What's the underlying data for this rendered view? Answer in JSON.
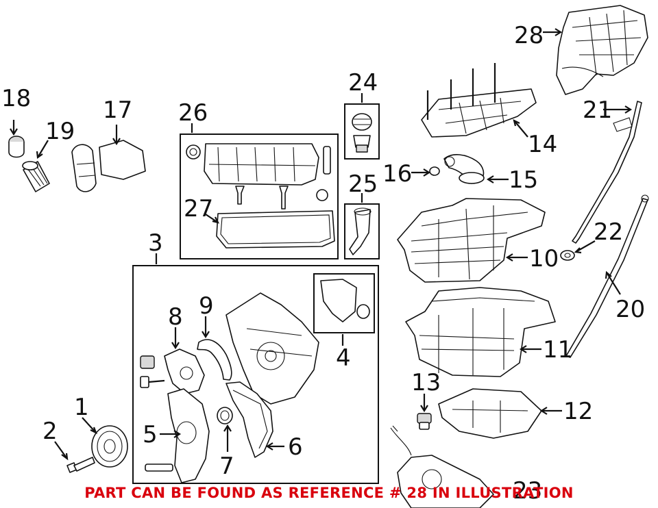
{
  "callouts": {
    "c1": "1",
    "c2": "2",
    "c3": "3",
    "c4": "4",
    "c5": "5",
    "c6": "6",
    "c7": "7",
    "c8": "8",
    "c9": "9",
    "c10": "10",
    "c11": "11",
    "c12": "12",
    "c13": "13",
    "c14": "14",
    "c15": "15",
    "c16": "16",
    "c17": "17",
    "c18": "18",
    "c19": "19",
    "c20": "20",
    "c21": "21",
    "c22": "22",
    "c23": "23",
    "c24": "24",
    "c25": "25",
    "c26": "26",
    "c27": "27",
    "c28": "28"
  },
  "footer_note": "PART CAN BE FOUND AS REFERENCE # 28 IN ILLUSTRATION",
  "colors": {
    "note": "#d9000d",
    "line": "#111111",
    "background": "#ffffff"
  }
}
